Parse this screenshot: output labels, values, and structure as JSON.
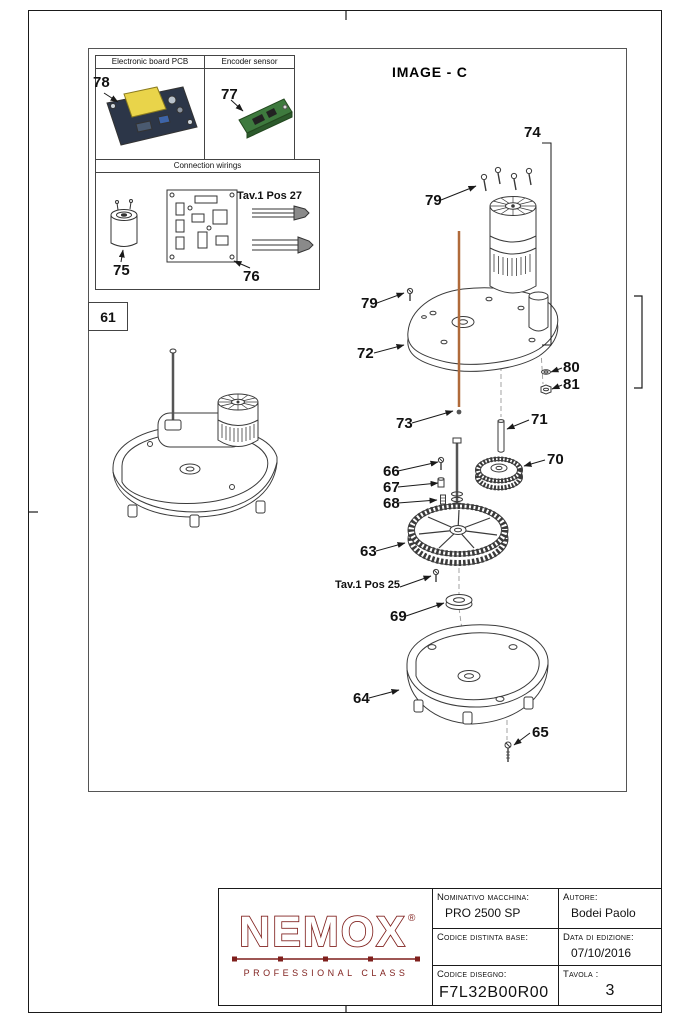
{
  "page": {
    "image_title": "IMAGE - C"
  },
  "insets": {
    "pcb": {
      "title": "Electronic board PCB"
    },
    "encoder": {
      "title": "Encoder sensor"
    },
    "wirings": {
      "title": "Connection wirings",
      "tav_note": "Tav.1 Pos 27"
    },
    "assembly_box_label": "61"
  },
  "callouts": {
    "p78": "78",
    "p77": "77",
    "p75": "75",
    "p76": "76",
    "p74": "74",
    "p79a": "79",
    "p79b": "79",
    "p72": "72",
    "p80": "80",
    "p81": "81",
    "p73": "73",
    "p71": "71",
    "p70": "70",
    "p66": "66",
    "p67": "67",
    "p68": "68",
    "p63": "63",
    "p69": "69",
    "p64": "64",
    "p65": "65",
    "tav_note_25": "Tav.1 Pos 25"
  },
  "titleblock": {
    "brand": "NEMOX",
    "brand_reg": "®",
    "brand_tagline": "PROFESSIONAL CLASS",
    "machine_label": "Nominativo macchina:",
    "machine_value": "PRO 2500 SP",
    "author_label": "Autore:",
    "author_value": "Bodei Paolo",
    "bom_label": "Codice distinta base:",
    "bom_value": "",
    "edition_label": "Data di edizione:",
    "edition_value": "07/10/2016",
    "drawing_label": "Codice disegno:",
    "drawing_value": "F7L32B00R00",
    "sheet_label": "Tavola :",
    "sheet_value": "3"
  },
  "colors": {
    "brand_red": "#7f1f1c",
    "pcb_component_yellow": "#e9d44a",
    "pcb_board_dark": "#2c3648",
    "encoder_green": "#3e7a3e",
    "shaft_copper": "#b06a3a",
    "line": "#3a3a3a"
  }
}
